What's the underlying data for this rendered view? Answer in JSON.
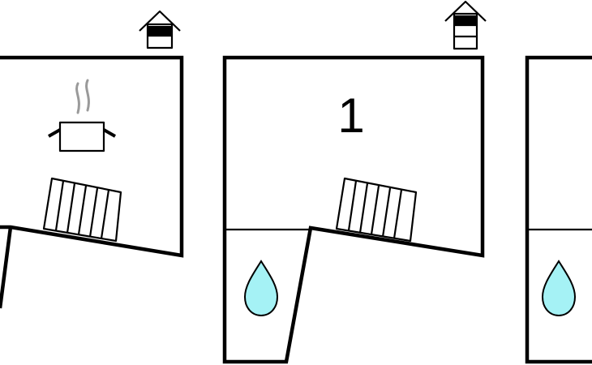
{
  "diagram": {
    "rooms": [
      {
        "name": "room-left",
        "icons": [
          "house-floor-indicator-icon",
          "cooking-pot-icon",
          "radiator-icon"
        ]
      },
      {
        "name": "room-middle",
        "label": "1",
        "icons": [
          "house-floor-indicator-icon",
          "radiator-icon",
          "water-drop-icon"
        ]
      },
      {
        "name": "room-right",
        "icons": [
          "water-drop-icon"
        ]
      }
    ],
    "colors": {
      "walls": "#000000",
      "water": "#a5f2f5",
      "steam": "#9a9a9a",
      "background": "#ffffff"
    }
  }
}
